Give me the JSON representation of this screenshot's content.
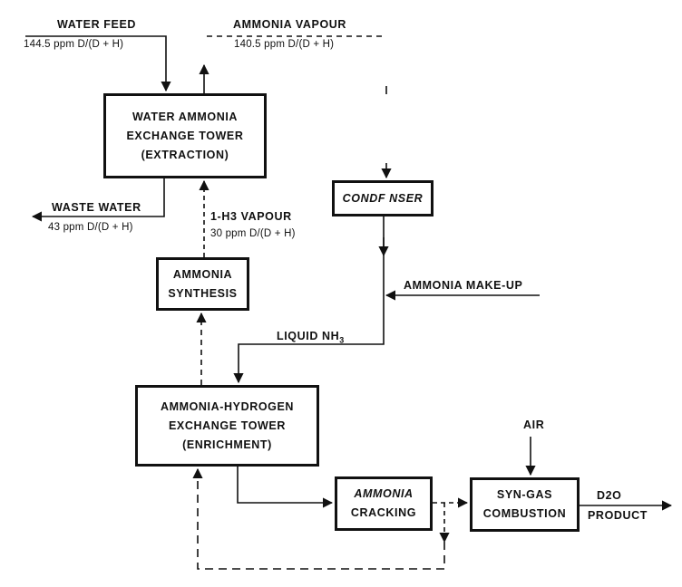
{
  "streams": {
    "water_feed": {
      "title": "WATER FEED",
      "concentration": "144.5 ppm D/(D + H)"
    },
    "ammonia_vapour_out": {
      "title": "AMMONIA VAPOUR",
      "concentration": "140.5 ppm D/(D + H)"
    },
    "waste_water": {
      "title": "WASTE WATER",
      "concentration": "43 ppm D/(D + H)"
    },
    "nh3_vapour": {
      "title": "1-H3 VAPOUR",
      "concentration": "30 ppm D/(D + H)"
    },
    "liquid_nh3": {
      "title": "LIQUID NH",
      "subscript": "3"
    },
    "ammonia_makeup": {
      "title": "AMMONIA MAKE-UP"
    },
    "air": {
      "title": "AIR"
    },
    "d2o_product": {
      "formula": "D2O",
      "title": "PRODUCT"
    }
  },
  "units": {
    "extraction_tower": {
      "line1": "WATER AMMONIA",
      "line2": "EXCHANGE TOWER",
      "line3": "(EXTRACTION)"
    },
    "condenser": {
      "line1": "CONDF NSER"
    },
    "ammonia_synthesis": {
      "line1": "AMMONIA",
      "line2": "SYNTHESIS"
    },
    "enrichment_tower": {
      "line1": "AMMONIA-HYDROGEN",
      "line2": "EXCHANGE TOWER",
      "line3": "(ENRICHMENT)"
    },
    "ammonia_cracking": {
      "line1": "AMMONIA",
      "line2": "CRACKING"
    },
    "syngas_combustion": {
      "line1": "SYN-GAS",
      "line2": "COMBUSTION"
    }
  },
  "colors": {
    "ink": "#111111",
    "background": "#ffffff"
  }
}
